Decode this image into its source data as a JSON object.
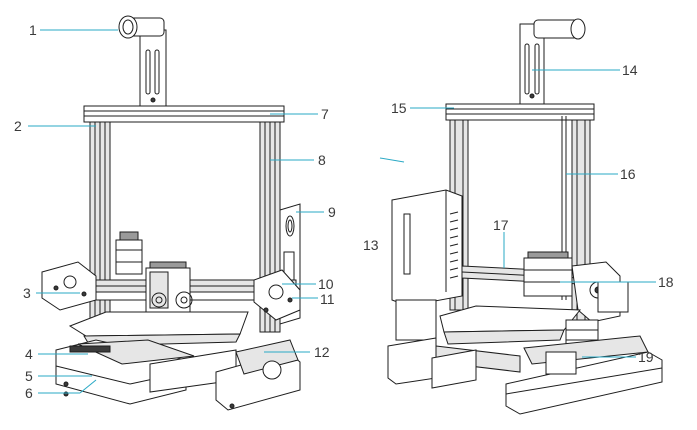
{
  "callouts": [
    {
      "id": "c1",
      "label": "1"
    },
    {
      "id": "c2",
      "label": "2"
    },
    {
      "id": "c3",
      "label": "3"
    },
    {
      "id": "c4",
      "label": "4"
    },
    {
      "id": "c5",
      "label": "5"
    },
    {
      "id": "c6",
      "label": "6"
    },
    {
      "id": "c7",
      "label": "7"
    },
    {
      "id": "c8",
      "label": "8"
    },
    {
      "id": "c9",
      "label": "9"
    },
    {
      "id": "c10",
      "label": "10"
    },
    {
      "id": "c11",
      "label": "11"
    },
    {
      "id": "c12",
      "label": "12"
    },
    {
      "id": "c13",
      "label": "13"
    },
    {
      "id": "c14",
      "label": "14"
    },
    {
      "id": "c15",
      "label": "15"
    },
    {
      "id": "c16",
      "label": "16"
    },
    {
      "id": "c17",
      "label": "17"
    },
    {
      "id": "c18",
      "label": "18"
    },
    {
      "id": "c19",
      "label": "19"
    }
  ],
  "colors": {
    "leader": "#2aa9c5",
    "label_text": "#3a3a3a",
    "outline": "#1e1e1e"
  }
}
